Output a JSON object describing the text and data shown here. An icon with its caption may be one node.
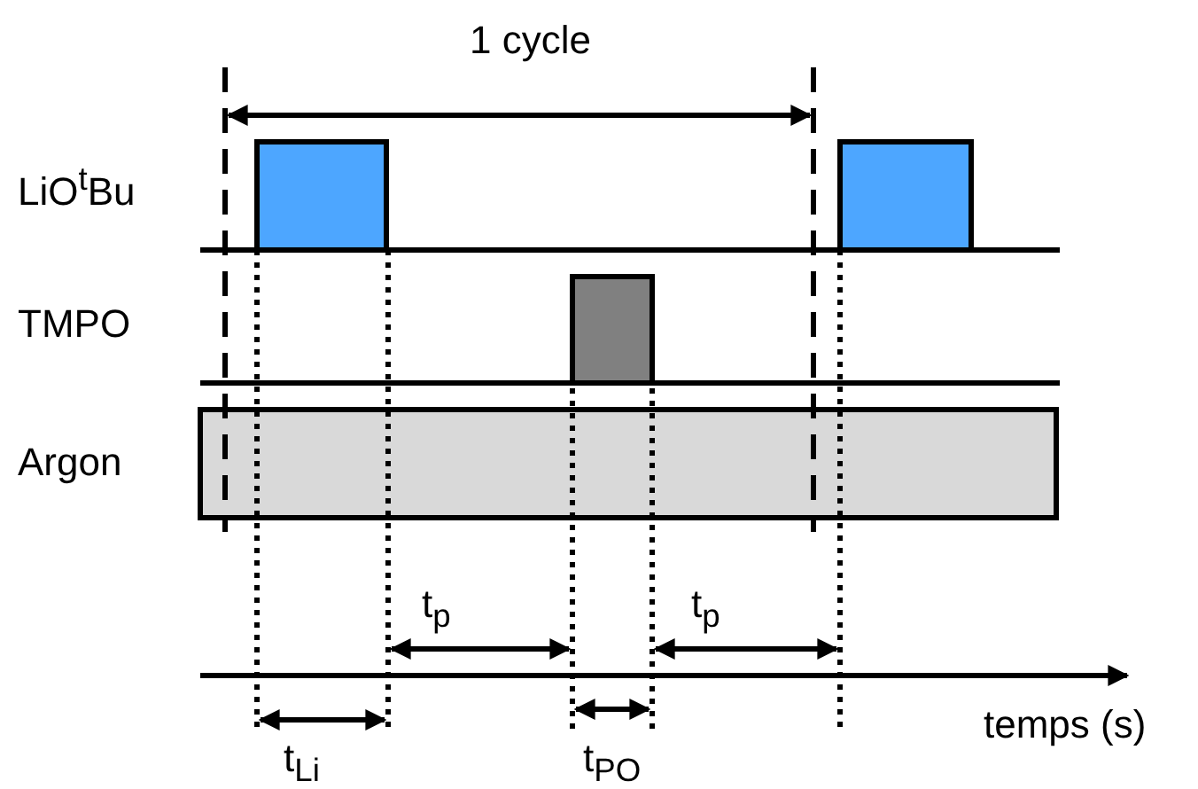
{
  "diagram": {
    "labels": [
      "1 cycle",
      "LiO$^{t}$Bu",
      "TMPO",
      "Argon",
      "t$_{p}$",
      "t$_{p}$",
      "t$_{Li}$",
      "t$_{PO}$",
      "temps (s)"
    ]
  }
}
